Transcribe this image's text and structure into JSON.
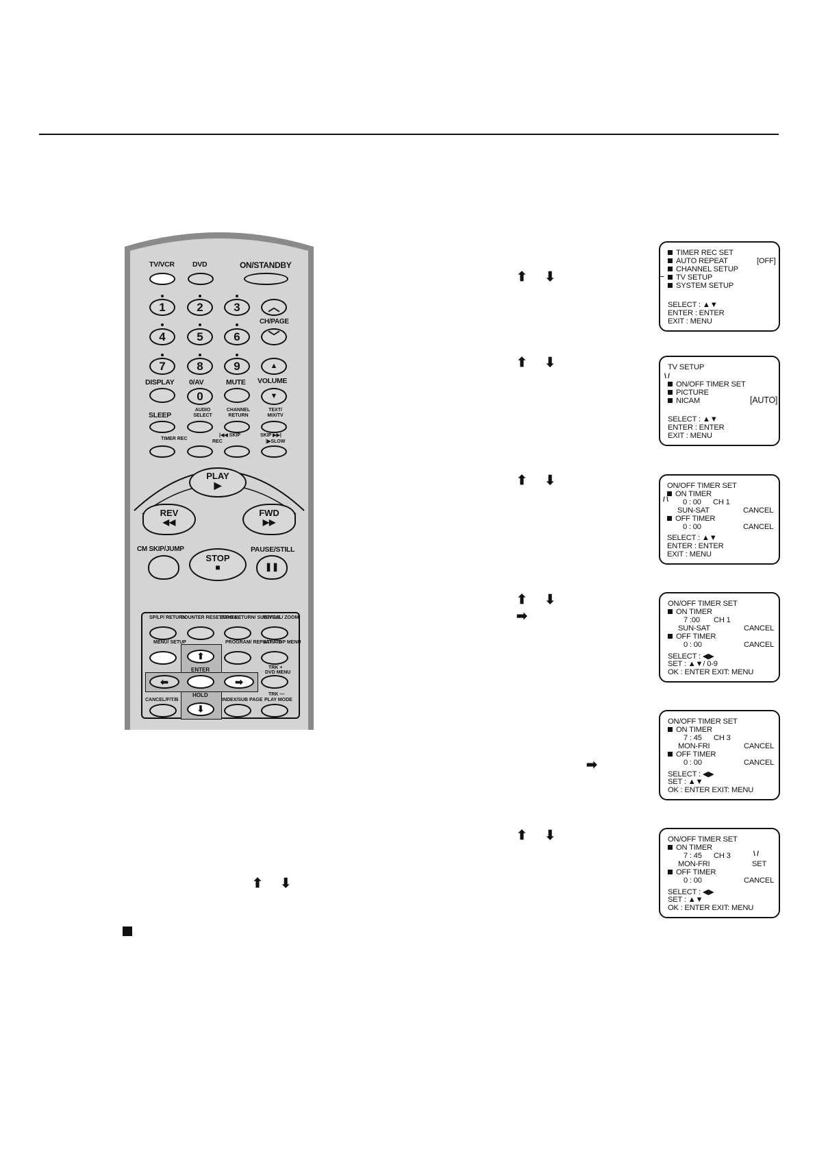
{
  "remote": {
    "top_row": {
      "tv_vcr": "TV/VCR",
      "dvd": "DVD",
      "on_standby": "ON/STANDBY"
    },
    "numbers": [
      "1",
      "2",
      "3",
      "4",
      "5",
      "6",
      "7",
      "8",
      "9",
      "0"
    ],
    "ch_page": "CH/PAGE",
    "display": "DISPLAY",
    "zero_av": "0/AV",
    "mute": "MUTE",
    "volume": "VOLUME",
    "sleep": "SLEEP",
    "audio_select": "AUDIO SELECT",
    "channel_return": "CHANNEL RETURN",
    "text_mix_tv": "TEXT/ MIX/TV",
    "skip_back": "|◀◀ SKIP",
    "skip_fwd": "SKIP ▶▶|",
    "timer_rec": "TIMER REC",
    "rec": "REC",
    "slow": "|▶SLOW",
    "play": "PLAY",
    "rev": "REV",
    "fwd": "FWD",
    "cm_skip": "CM SKIP/JUMP",
    "stop": "STOP",
    "pause_still": "PAUSE/STILL",
    "sp_lp": "SP/LP/ RETURN",
    "counter_reset": "COUNTER RESET/ ANGLE",
    "zero_return": "ZERO RETURN/ SUBTITLE",
    "reveal_zoom": "REVEAL/ ZOOM",
    "menu_setup": "MENU/ SETUP",
    "program_repeat": "PROGRAM/ REPEAT A-B",
    "atr_top_menu": "ATR/ TOP MENU",
    "enter": "ENTER",
    "trk_plus": "TRK +",
    "dvd_menu": "DVD MENU",
    "hold": "HOLD",
    "cancel": "CANCEL/F/T/B",
    "index_subpage": "INDEX/SUB PAGE",
    "trk_minus": "TRK —",
    "play_mode": "PLAY MODE"
  },
  "arrow_pair": "⬆ ⬇",
  "right_arrow": "➡",
  "screens": [
    {
      "lines": [
        "TIMER REC SET",
        "AUTO REPEAT",
        "CHANNEL SETUP",
        "TV SETUP",
        "SYSTEM SETUP"
      ],
      "auto_repeat_value": "[OFF]",
      "help": [
        "SELECT : ▲▼",
        "ENTER  : ENTER",
        "EXIT     : MENU"
      ]
    },
    {
      "title": "TV SETUP",
      "lines": [
        "ON/OFF TIMER SET",
        "PICTURE",
        "NICAM"
      ],
      "nicam_value": "[AUTO]",
      "help": [
        "SELECT : ▲▼",
        "ENTER  : ENTER",
        "EXIT     : MENU"
      ]
    },
    {
      "title": "ON/OFF TIMER SET",
      "on_timer": "ON TIMER",
      "on_time": "0 : 00",
      "ch": "CH   1",
      "days": "SUN-SAT",
      "cancel1": "CANCEL",
      "off_timer": "OFF TIMER",
      "off_time": "0 : 00",
      "cancel2": "CANCEL",
      "help": [
        "SELECT : ▲▼",
        "ENTER  : ENTER",
        "EXIT     : MENU"
      ]
    },
    {
      "title": "ON/OFF TIMER SET",
      "on_timer": "ON TIMER",
      "on_time": "7 :00",
      "ch": "CH   1",
      "days": "SUN-SAT",
      "cancel1": "CANCEL",
      "off_timer": "OFF TIMER",
      "off_time": "0 : 00",
      "cancel2": "CANCEL",
      "help": [
        "SELECT : ◀▶",
        "SET      : ▲▼/ 0-9",
        "OK        : ENTER    EXIT: MENU"
      ]
    },
    {
      "title": "ON/OFF TIMER SET",
      "on_timer": "ON TIMER",
      "on_time": "7 : 45",
      "ch": "CH   3",
      "days": "MON-FRI",
      "cancel1": "CANCEL",
      "off_timer": "OFF TIMER",
      "off_time": "0 : 00",
      "cancel2": "CANCEL",
      "help": [
        "SELECT : ◀▶",
        "SET      : ▲▼",
        "OK        : ENTER    EXIT: MENU"
      ]
    },
    {
      "title": "ON/OFF TIMER SET",
      "on_timer": "ON TIMER",
      "on_time": "7 : 45",
      "ch": "CH   3",
      "days": "MON-FRI",
      "set": "SET",
      "off_timer": "OFF TIMER",
      "off_time": "0 : 00",
      "cancel2": "CANCEL",
      "help": [
        "SELECT : ◀▶",
        "SET      : ▲▼",
        "OK        : ENTER    EXIT: MENU"
      ]
    }
  ]
}
